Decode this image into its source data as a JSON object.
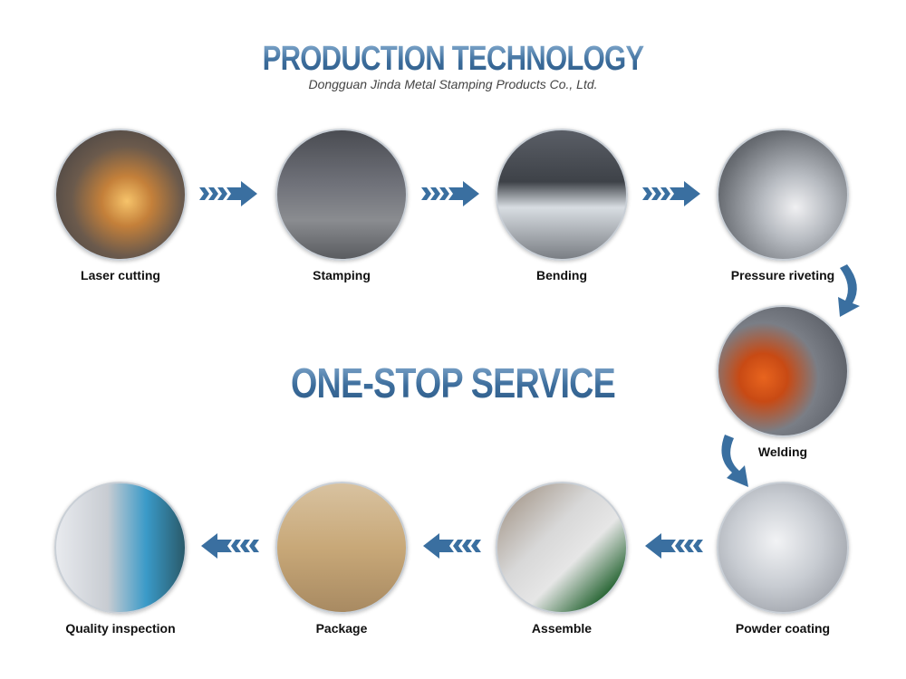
{
  "header": {
    "title": "PRODUCTION TECHNOLOGY",
    "subtitle": "Dongguan Jinda Metal Stamping Products Co., Ltd."
  },
  "middle_title": "ONE-STOP SERVICE",
  "accent_color": "#3a6fa0",
  "steps": [
    {
      "label": "Laser cutting"
    },
    {
      "label": "Stamping"
    },
    {
      "label": "Bending"
    },
    {
      "label": "Pressure riveting"
    },
    {
      "label": "Welding"
    },
    {
      "label": "Powder coating"
    },
    {
      "label": "Assemble"
    },
    {
      "label": "Package"
    },
    {
      "label": "Quality inspection"
    }
  ]
}
